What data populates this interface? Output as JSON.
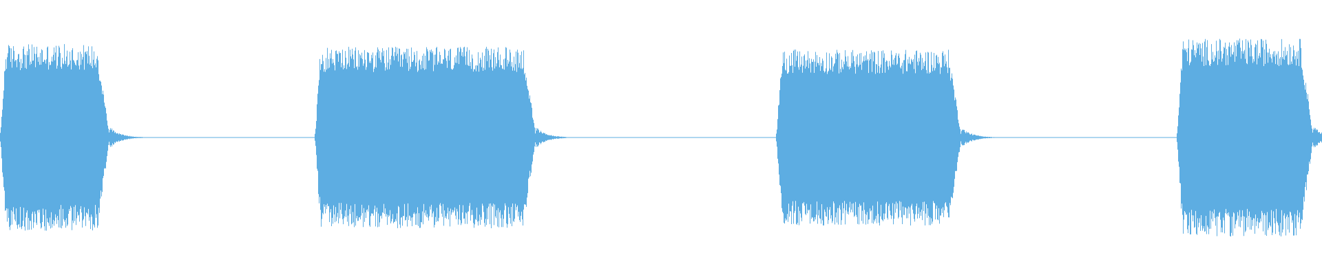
{
  "waveform": {
    "color": "#5DADE2",
    "background": "#ffffff",
    "segments": [
      {
        "kind": "burst",
        "start": 0.0,
        "end": 0.083,
        "amplitude": 0.68
      },
      {
        "kind": "silence",
        "start": 0.083,
        "end": 0.238
      },
      {
        "kind": "burst",
        "start": 0.238,
        "end": 0.405,
        "amplitude": 0.66
      },
      {
        "kind": "silence",
        "start": 0.405,
        "end": 0.587
      },
      {
        "kind": "burst",
        "start": 0.587,
        "end": 0.727,
        "amplitude": 0.64
      },
      {
        "kind": "silence",
        "start": 0.727,
        "end": 0.89
      },
      {
        "kind": "burst",
        "start": 0.89,
        "end": 0.993,
        "amplitude": 0.72
      },
      {
        "kind": "silence",
        "start": 0.993,
        "end": 1.0
      }
    ]
  }
}
